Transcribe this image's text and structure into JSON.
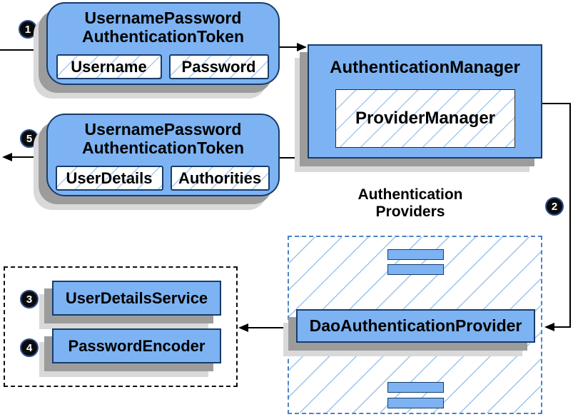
{
  "badges": {
    "step1": "1",
    "step2": "2",
    "step3": "3",
    "step4": "4",
    "step5": "5"
  },
  "request_token": {
    "title_line1": "UsernamePassword",
    "title_line2": "AuthenticationToken",
    "fields": [
      "Username",
      "Password"
    ]
  },
  "authentication_manager": {
    "title": "AuthenticationManager",
    "inner_label": "ProviderManager"
  },
  "response_token": {
    "title_line1": "UsernamePassword",
    "title_line2": "AuthenticationToken",
    "fields": [
      "UserDetails",
      "Authorities"
    ]
  },
  "providers_group": {
    "label_line1": "Authentication",
    "label_line2": "Providers",
    "provider_label": "DaoAuthenticationProvider"
  },
  "services_group": {
    "items": [
      "UserDetailsService",
      "PasswordEncoder"
    ]
  },
  "colors": {
    "box_fill": "#7db3f2",
    "box_border": "#173c6b",
    "hatch_line": "#a5c9f0",
    "dashed_border_blue": "#4c82c3",
    "dotted_border_black": "#0e0e0e",
    "shadow_dark": "#9c9c9c",
    "shadow_light": "#d9d9d9",
    "connector": "#000000"
  }
}
